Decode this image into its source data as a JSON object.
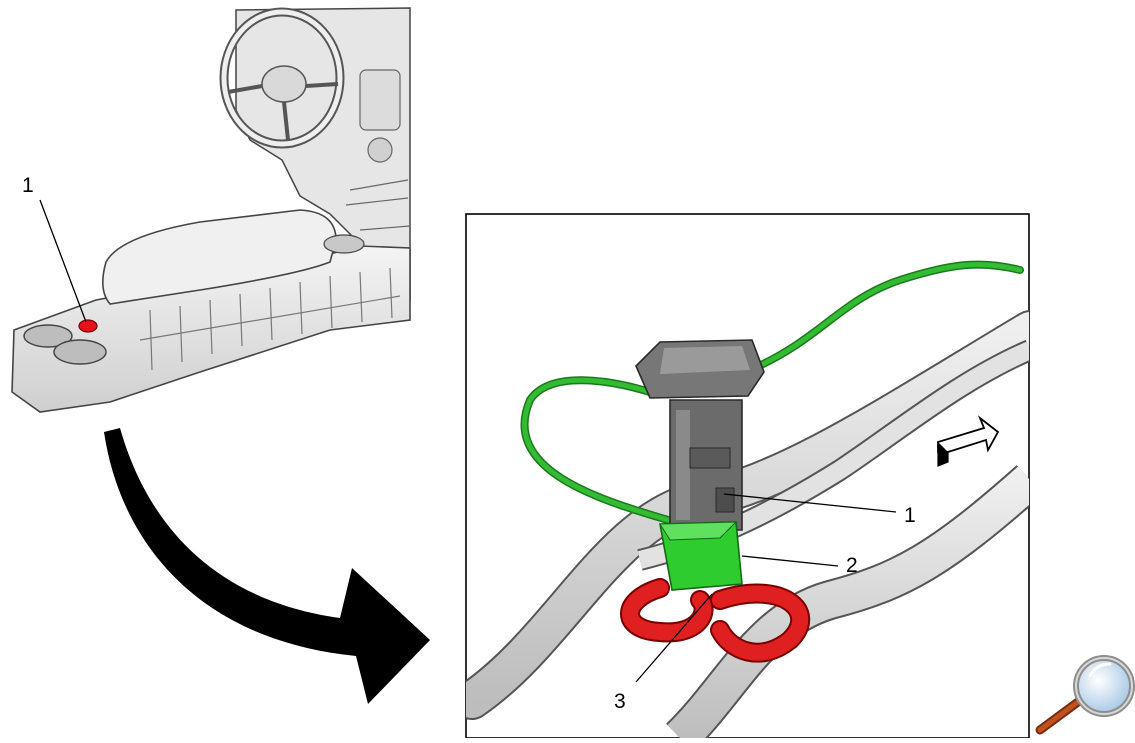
{
  "callouts": {
    "overview_1": "1",
    "detail_1": "1",
    "detail_2": "2",
    "detail_3": "3"
  },
  "icons": {
    "transition_arrow": "curved-arrow-icon",
    "orientation_arrow": "forward-arrow-icon",
    "zoom": "magnifier-icon"
  },
  "colors": {
    "highlight": "#e8101a",
    "wire": "#33bb33",
    "connector": "#2ecc2e",
    "clip": "#e02020",
    "switch": "#6b6b6b",
    "zoom_lens": "#cfe3f2",
    "zoom_handle": "#c0521e"
  }
}
